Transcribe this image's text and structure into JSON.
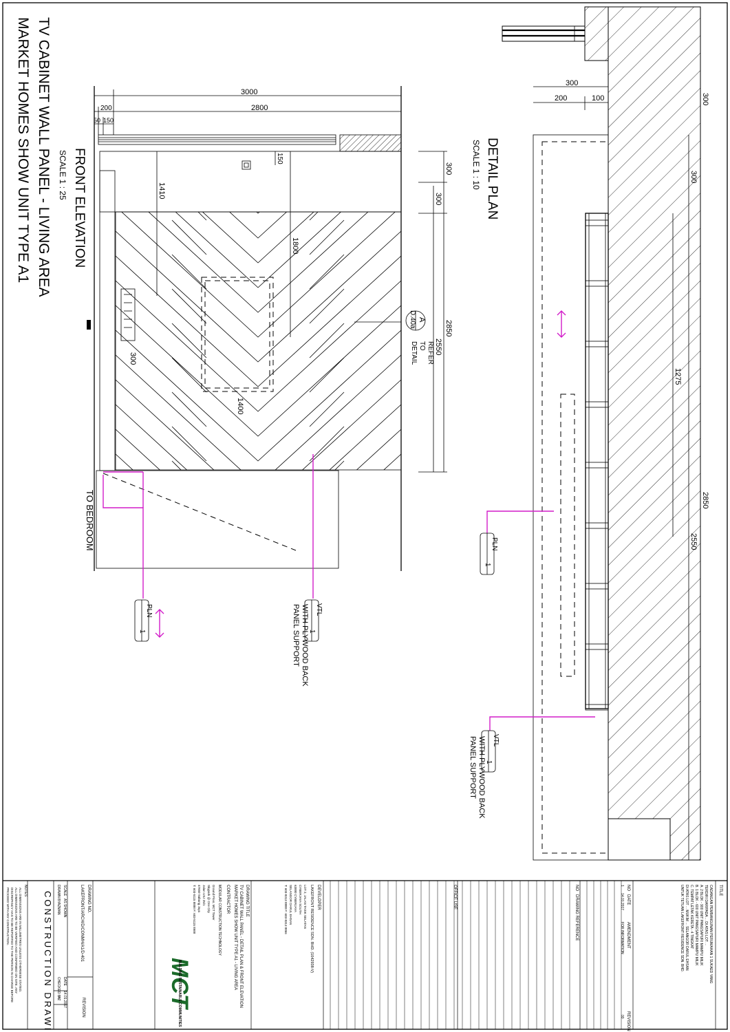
{
  "drawing": {
    "main_title": "TV CABINET WALL PANEL - LIVING AREA",
    "sub_title": "MARKET HOMES SHOW UNIT TYPE A1"
  },
  "front_elevation": {
    "title": "FRONT ELEVATION",
    "scale": "SCALE  1 : 25",
    "dims": {
      "overall": "3000",
      "panel": "2800",
      "side": "200",
      "small_a": "50",
      "small_b": "150",
      "top_gap": "150",
      "height_a": "1410",
      "height_b": "1800",
      "right_a": "300",
      "right_b": "300",
      "total_h": "2850",
      "inner_h": "2550",
      "width_1400": "1400",
      "gap_300": "300"
    },
    "refer": {
      "circle_top": "A",
      "circle_bottom": "D.40a",
      "text_1": "REFER",
      "text_2": "TO",
      "text_3": "DETAIL"
    },
    "to_bedroom": "TO BEDROOM",
    "tag_pln": {
      "code": "PLN",
      "num": "1"
    },
    "tag_vtl": {
      "code": "VTL",
      "num": "1",
      "note_1": "WITH PLYWOOD BACK",
      "note_2": "PANEL SUPPORT"
    }
  },
  "detail_plan": {
    "title": "DETAIL PLAN",
    "scale": "SCALE  1 : 10",
    "dims": {
      "d300_top": "300",
      "d200": "200",
      "d100": "100",
      "right_300a": "300",
      "right_300b": "300",
      "d1275": "1275",
      "d2850": "2850",
      "d2550": "2550"
    },
    "tag_pln": {
      "code": "PLN",
      "num": "1"
    },
    "tag_vtl": {
      "code": "VTL",
      "num": "1",
      "note_1": "WITH PLYWOOD BACK",
      "note_2": "PANEL SUPPORT"
    }
  },
  "title_block": {
    "title_label": "TITLE",
    "project_lines": [
      "CADANGAN PEMBANGUNAN PERUMAHAN 1 SUKAED YANG",
      "TERDIRI DARIPADA ... DI ATAS LOT ...",
      "A.  2 BLOK - 900 UNIT PANGSAPURI MAMPU MILIK",
      "B.  1 BLOK - 600 UNIT PANGSAPURI MAMPU MILIK",
      "C.  TEMPAT LETAK KERETA - 4 TINGKAT",
      "DI ATAS LOT ... MUKIM ... SELANGOR DARUL EHSAN",
      "UNTUK TETUAN LAKEFRONT RESIDENCE SDN. BHD."
    ],
    "revision_header": {
      "no": "NO",
      "date": "DATE",
      "amendment": "AMENDMENT",
      "revision": "REVISION"
    },
    "revision_rows": [
      {
        "no": "1",
        "date": "14.01.2017",
        "amendment": "FOR INFORMATION",
        "rev": "00"
      }
    ],
    "drawing_reference": {
      "no": "NO",
      "label": "DRAWING REFERENCE"
    },
    "office_use": "OFFICE USE",
    "developer": {
      "label": "DEVELOPER",
      "name": "LAKEFRONT RESIDENCE SDN. BHD. (1042938-V)",
      "lines": [
        "LOT 2, JALAN TASIK SELATAN",
        "CYBERJAYA SOUTH",
        "63000 CYBERJAYA",
        "SELANGOR DARUL EHSAN",
        "T: 603-8313 8888  F: 603-8313 8866"
      ]
    },
    "drawing_title": {
      "label": "DRAWING TITLE",
      "line_1": "TV CABINET WALL PANEL - DETAIL PLAN & FRONT ELEVATION",
      "line_2": "MARKET HOMES SHOW UNIT TYPE A1 - LIVING AREA"
    },
    "contractor": {
      "label": "CONTRACTOR",
      "name": "MODULAR CONSTRUCTION TECHNOLOGY",
      "lines": [
        "Ground Floor, MCT Tower",
        "Skypark @ One City",
        "Jalan USJ 25/1",
        "47650 Subang Jaya",
        "T: 603-5115 8888  F: 603-5115 8900"
      ]
    },
    "logo_text": "MCT",
    "logo_tagline": "BUILDING SUSTAINABLE COMMUNITIES",
    "drawing_no": {
      "label": "DRAWING NO.",
      "value": "LAKEFRONT/ARCH/D/CONMH/A1/D-401"
    },
    "meta": {
      "scale_label": "SCALE",
      "scale_value": "AS SHOWN",
      "date_label": "DATE",
      "date_value": "14.01.2017",
      "drawn_label": "DRAWN BY",
      "drawn_value": "AZMAN",
      "checked_label": "CHECKED BY",
      "checked_value": "AZ"
    },
    "revision_box": "REVISION",
    "construction_drawing": "CONSTRUCTION DRAWING",
    "notes_label": "NOTES",
    "notes_lines": [
      "ALL DIMENSIONS ARE IN MILLIMETRES UNLESS OTHERWISE STATED.",
      "ALL DIMENSIONS ARE TO BE VERIFIED AND CONFIRMED ON SITE. ANY",
      "DISCREPANCY HAS TO BE REPORTED TO THE PERSON IN CHARGE BEFORE",
      "PROCEED WITH ANY CONSTRUCTION."
    ]
  },
  "colors": {
    "tag_line": "#d21cc9",
    "logo": "#1b6b2a"
  }
}
